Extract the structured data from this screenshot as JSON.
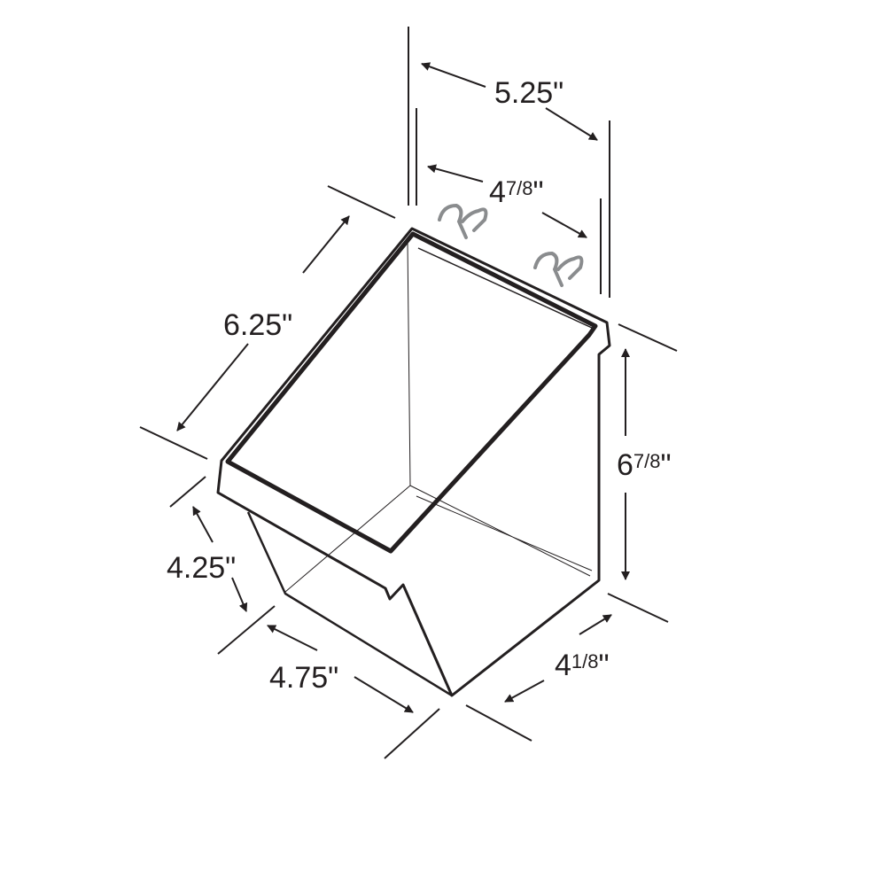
{
  "colors": {
    "line": "#231f20",
    "hook": "#8a8c8e",
    "background": "#ffffff"
  },
  "dimensions": {
    "overall_width": "5.25\"",
    "hook_spacing": {
      "whole": "4",
      "fraction": "7/8",
      "unit": "\""
    },
    "depth": "6.25\"",
    "height": {
      "whole": "6",
      "fraction": "7/8",
      "unit": "\""
    },
    "front_height": "4.25\"",
    "bottom_width": "4.75\"",
    "bottom_depth": {
      "whole": "4",
      "fraction": "1/8",
      "unit": "\""
    }
  }
}
